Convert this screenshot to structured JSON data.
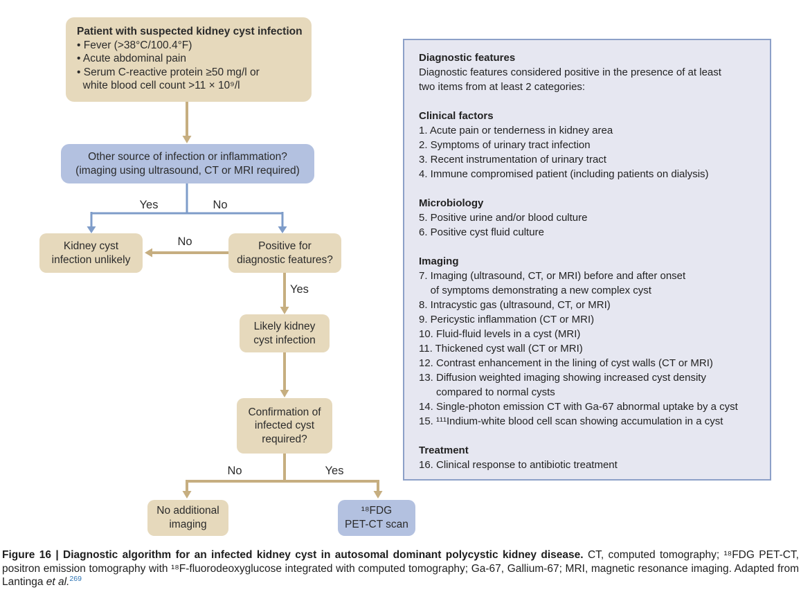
{
  "flowchart": {
    "patient_box": {
      "title": "Patient with suspected kidney cyst infection",
      "bullets": [
        "• Fever (>38°C/100.4°F)",
        "• Acute abdominal pain",
        "• Serum C-reactive protein ≥50 mg/l or\n  white blood cell count >11 × 10⁹/l"
      ]
    },
    "other_source_box": "Other source of infection or inflammation?\n(imaging using ultrasound, CT or MRI required)",
    "unlikely_box": "Kidney cyst\ninfection unlikely",
    "positive_features_box": "Positive for\ndiagnostic features?",
    "likely_box": "Likely kidney\ncyst infection",
    "confirmation_box": "Confirmation of\ninfected cyst\nrequired?",
    "no_imaging_box": "No additional\nimaging",
    "petct_box": "¹⁸FDG\nPET-CT scan",
    "edge_labels": {
      "source_yes": "Yes",
      "source_no": "No",
      "features_no": "No",
      "features_yes": "Yes",
      "confirm_no": "No",
      "confirm_yes": "Yes"
    }
  },
  "panel": {
    "title": "Diagnostic features",
    "intro": "Diagnostic features considered positive in the presence of at least\ntwo items from at least 2 categories:",
    "sections": [
      {
        "heading": "Clinical factors",
        "items": [
          "1. Acute pain or tenderness in kidney area",
          "2. Symptoms of urinary tract infection",
          "3. Recent instrumentation of urinary tract",
          "4. Immune compromised patient (including patients on dialysis)"
        ]
      },
      {
        "heading": "Microbiology",
        "items": [
          "5. Positive urine and/or blood culture",
          "6. Positive cyst fluid culture"
        ]
      },
      {
        "heading": "Imaging",
        "items": [
          "7. Imaging (ultrasound, CT, or MRI) before and after onset\n    of symptoms demonstrating a new complex cyst",
          "8. Intracystic gas (ultrasound, CT, or MRI)",
          "9. Pericystic inflammation (CT or MRI)",
          "10. Fluid-fluid levels in a cyst (MRI)",
          "11. Thickened cyst wall (CT or MRI)",
          "12. Contrast enhancement in the lining of cyst walls (CT or MRI)",
          "13. Diffusion weighted imaging showing increased cyst density\n      compared to normal cysts",
          "14. Single-photon emission CT with Ga-67 abnormal uptake by a cyst",
          "15. ¹¹¹Indium-white blood cell scan showing accumulation in a cyst"
        ]
      },
      {
        "heading": "Treatment",
        "items": [
          "16. Clinical response to antibiotic treatment"
        ]
      }
    ]
  },
  "caption": {
    "figure_label": "Figure 16 | Diagnostic algorithm for an infected kidney cyst in autosomal dominant polycystic kidney disease.",
    "body": " CT, computed tomography; ¹⁸FDG PET-CT, positron emission tomography with ¹⁸F-fluorodeoxyglucose integrated with computed tomography; Ga-67, Gallium-67; MRI, magnetic resonance imaging. Adapted from Lantinga ",
    "cited_authors": "et al.",
    "reference_number": "269"
  },
  "colors": {
    "tan_box_fill": "#e6d9bc",
    "blue_box_fill": "#b3c1e0",
    "tan_connector": "#c6ae80",
    "blue_connector": "#7e9cc9",
    "panel_fill": "#e6e7f1",
    "panel_border": "#8ca0c8",
    "reference_blue": "#2e75b5"
  }
}
